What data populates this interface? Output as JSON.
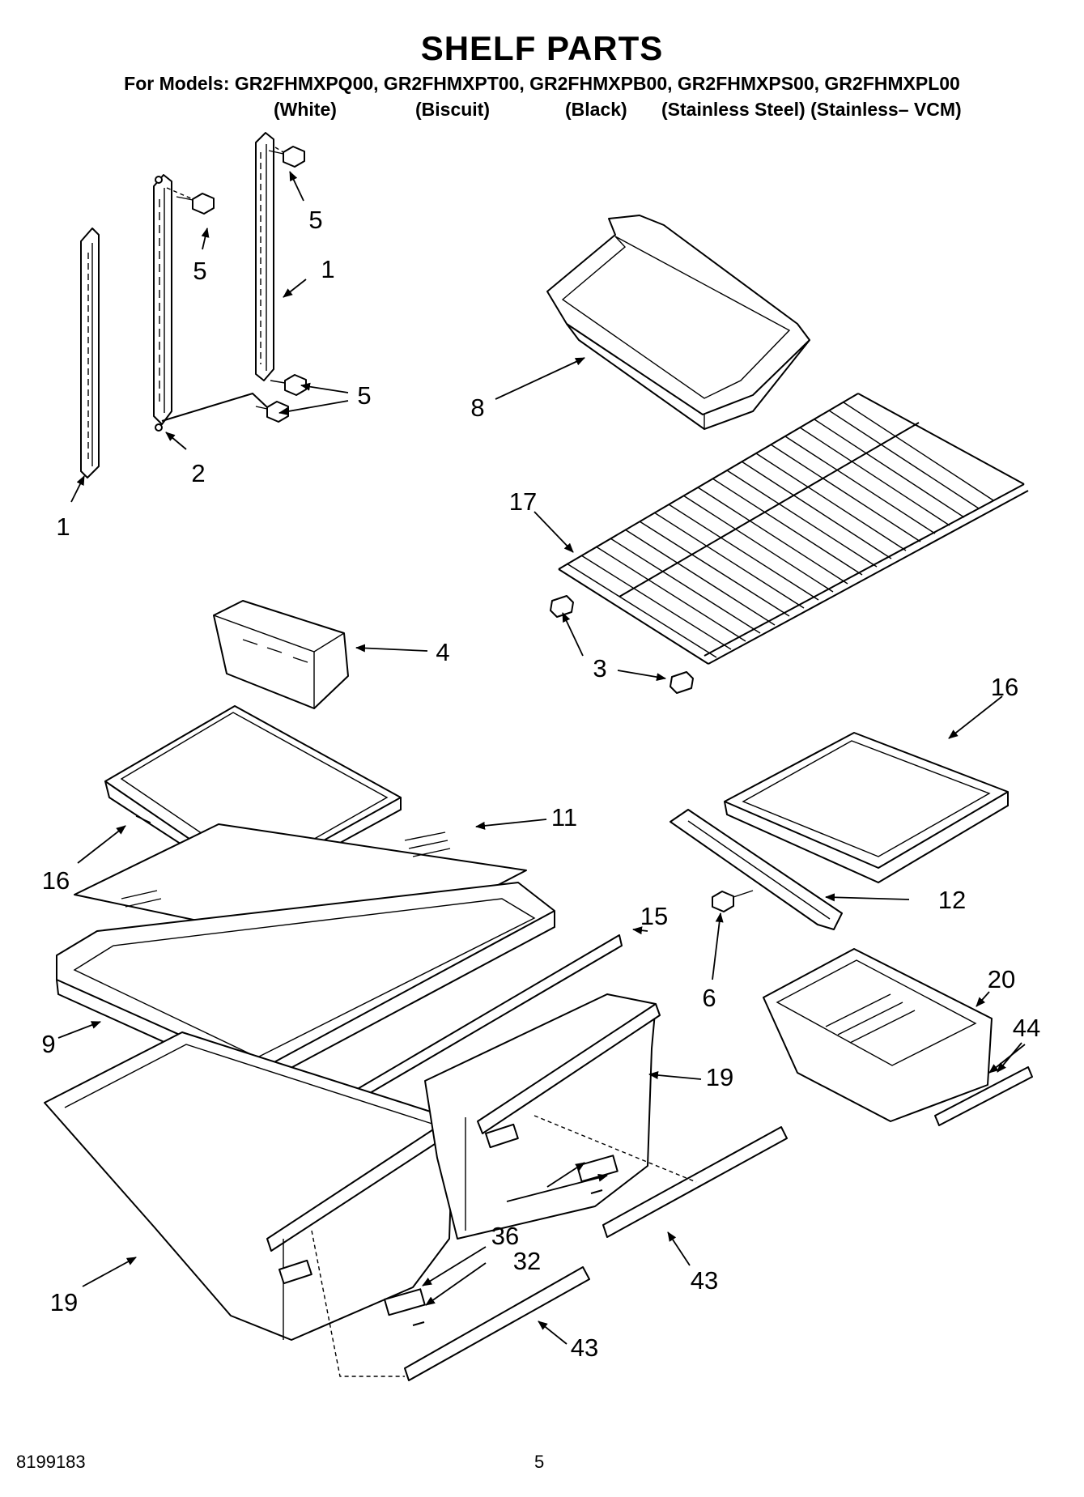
{
  "title": "SHELF PARTS",
  "models_line": "For Models: GR2FHMXPQ00, GR2FHMXPT00, GR2FHMXPB00, GR2FHMXPS00, GR2FHMXPL00",
  "variants": [
    "(White)",
    "(Biscuit)",
    "(Black)",
    "(Stainless Steel) (Stainless– VCM)"
  ],
  "callouts": [
    "1",
    "1",
    "2",
    "5",
    "5",
    "5",
    "8",
    "17",
    "3",
    "4",
    "16",
    "16",
    "11",
    "12",
    "15",
    "6",
    "20",
    "44",
    "9",
    "19",
    "19",
    "36",
    "32",
    "43",
    "43"
  ],
  "footer": {
    "doc_number": "8199183",
    "page_number": "5"
  }
}
